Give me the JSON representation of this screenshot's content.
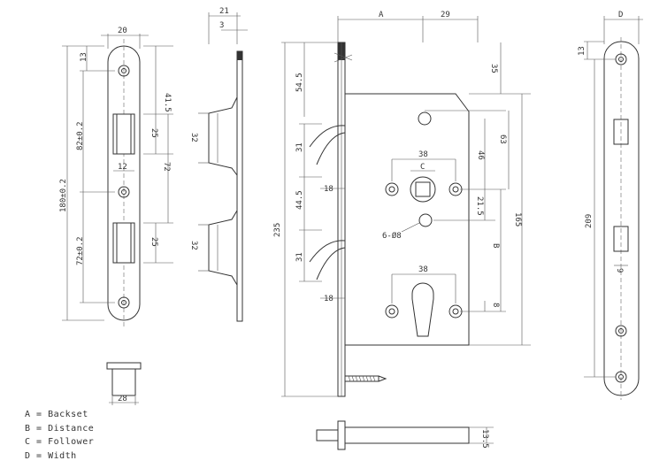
{
  "faceplate": {
    "width_label": "20",
    "top_offset": "13",
    "upper_dim": "41.5",
    "total_height": "180±0.2",
    "upper_spacing": "82±0.2",
    "lower_spacing": "72±0.2",
    "slot1": "25",
    "slot2": "25",
    "slot_spacing": "72",
    "slot_width": "12"
  },
  "side_view": {
    "width": "21",
    "thickness": "3",
    "upper_latch": "32",
    "lower_latch": "32"
  },
  "lock_body": {
    "backset": "A",
    "offset_29": "29",
    "h_54": "54.5",
    "h_31a": "31",
    "h_44": "44.5",
    "h_31b": "31",
    "total_235": "235",
    "d_18a": "18",
    "d_18b": "18",
    "follower": "C",
    "spacing_38a": "38",
    "spacing_38b": "38",
    "screw": "6-Ø8",
    "r_35": "35",
    "r_63": "63",
    "r_46": "46",
    "r_21": "21.5",
    "r_165": "165",
    "distance": "B",
    "r_8": "8"
  },
  "front_plate": {
    "width": "D",
    "top": "13",
    "height": "209",
    "slot": "9"
  },
  "bolt_plan": {
    "height": "13.5"
  },
  "cylinder": {
    "width": "28"
  },
  "legend": [
    "A = Backset",
    "B = Distance",
    "C = Follower",
    "D = Width"
  ]
}
